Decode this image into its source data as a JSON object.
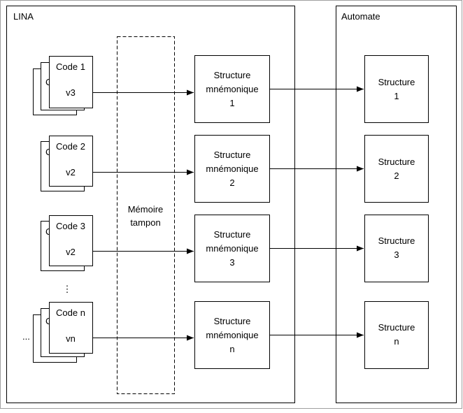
{
  "panels": {
    "lina": {
      "label": "LINA"
    },
    "automate": {
      "label": "Automate"
    }
  },
  "buffer": {
    "line1": "Mémoire",
    "line2": "tampon"
  },
  "codes": [
    {
      "title": "Code 1",
      "version": "v3",
      "behind": "C"
    },
    {
      "title": "Code 2",
      "version": "v2",
      "behind": "C"
    },
    {
      "title": "Code 3",
      "version": "v2",
      "behind": "C"
    },
    {
      "title": "Code n",
      "version": "vn",
      "behind": "C"
    }
  ],
  "vertical_ellipsis": "⋮",
  "horizontal_ellipsis": "...",
  "mnemonic_structures": [
    {
      "line1": "Structure",
      "line2": "mnémonique",
      "line3": "1"
    },
    {
      "line1": "Structure",
      "line2": "mnémonique",
      "line3": "2"
    },
    {
      "line1": "Structure",
      "line2": "mnémonique",
      "line3": "3"
    },
    {
      "line1": "Structure",
      "line2": "mnémonique",
      "line3": "n"
    }
  ],
  "structures": [
    {
      "line1": "Structure",
      "line2": "1"
    },
    {
      "line1": "Structure",
      "line2": "2"
    },
    {
      "line1": "Structure",
      "line2": "3"
    },
    {
      "line1": "Structure",
      "line2": "n"
    }
  ],
  "colors": {
    "line": "#000000",
    "background": "#ffffff",
    "outer_border": "#a0a0a0"
  }
}
